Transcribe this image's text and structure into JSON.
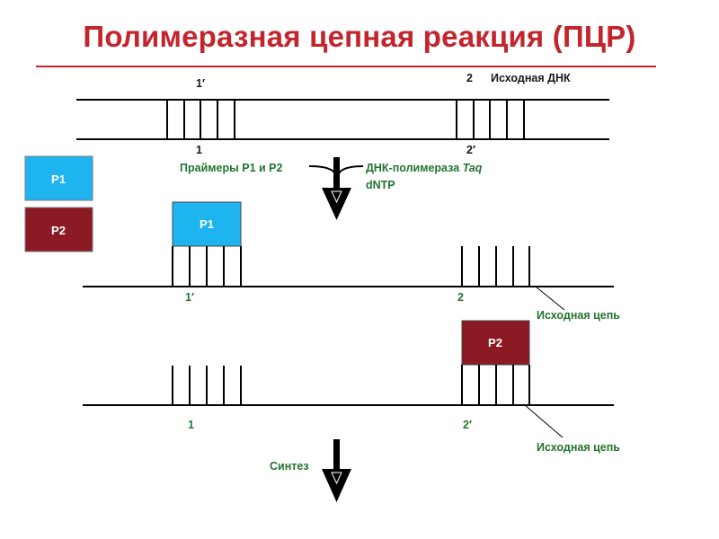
{
  "title": "Полимеразная цепная реакция (ПЦР)",
  "colors": {
    "title": "#c4252d",
    "green_text": "#23742e",
    "primer_p1": "#1eb4f0",
    "primer_p2": "#8b1a24"
  },
  "stage1": {
    "top_label_1": "1′",
    "top_label_2": "2",
    "top_label_text": "Исходная ДНК",
    "bottom_label_1": "1",
    "bottom_label_2": "2′"
  },
  "reagents": {
    "primers": "Праймеры Р1 и Р2",
    "polymerase_prefix": "ДНК-полимераза ",
    "polymerase_name": "Taq",
    "dntp": "dNTP"
  },
  "legend": {
    "p1": "P1",
    "p2": "P2"
  },
  "stage2": {
    "primer": "P1",
    "label_1": "1′",
    "label_2": "2",
    "strand_label": "Исходная цепь"
  },
  "stage3": {
    "primer": "P2",
    "label_1": "1",
    "label_2": "2′",
    "strand_label": "Исходная цепь"
  },
  "synthesis": "Синтез",
  "icons": {
    "arrow": "down-arrow-icon"
  }
}
